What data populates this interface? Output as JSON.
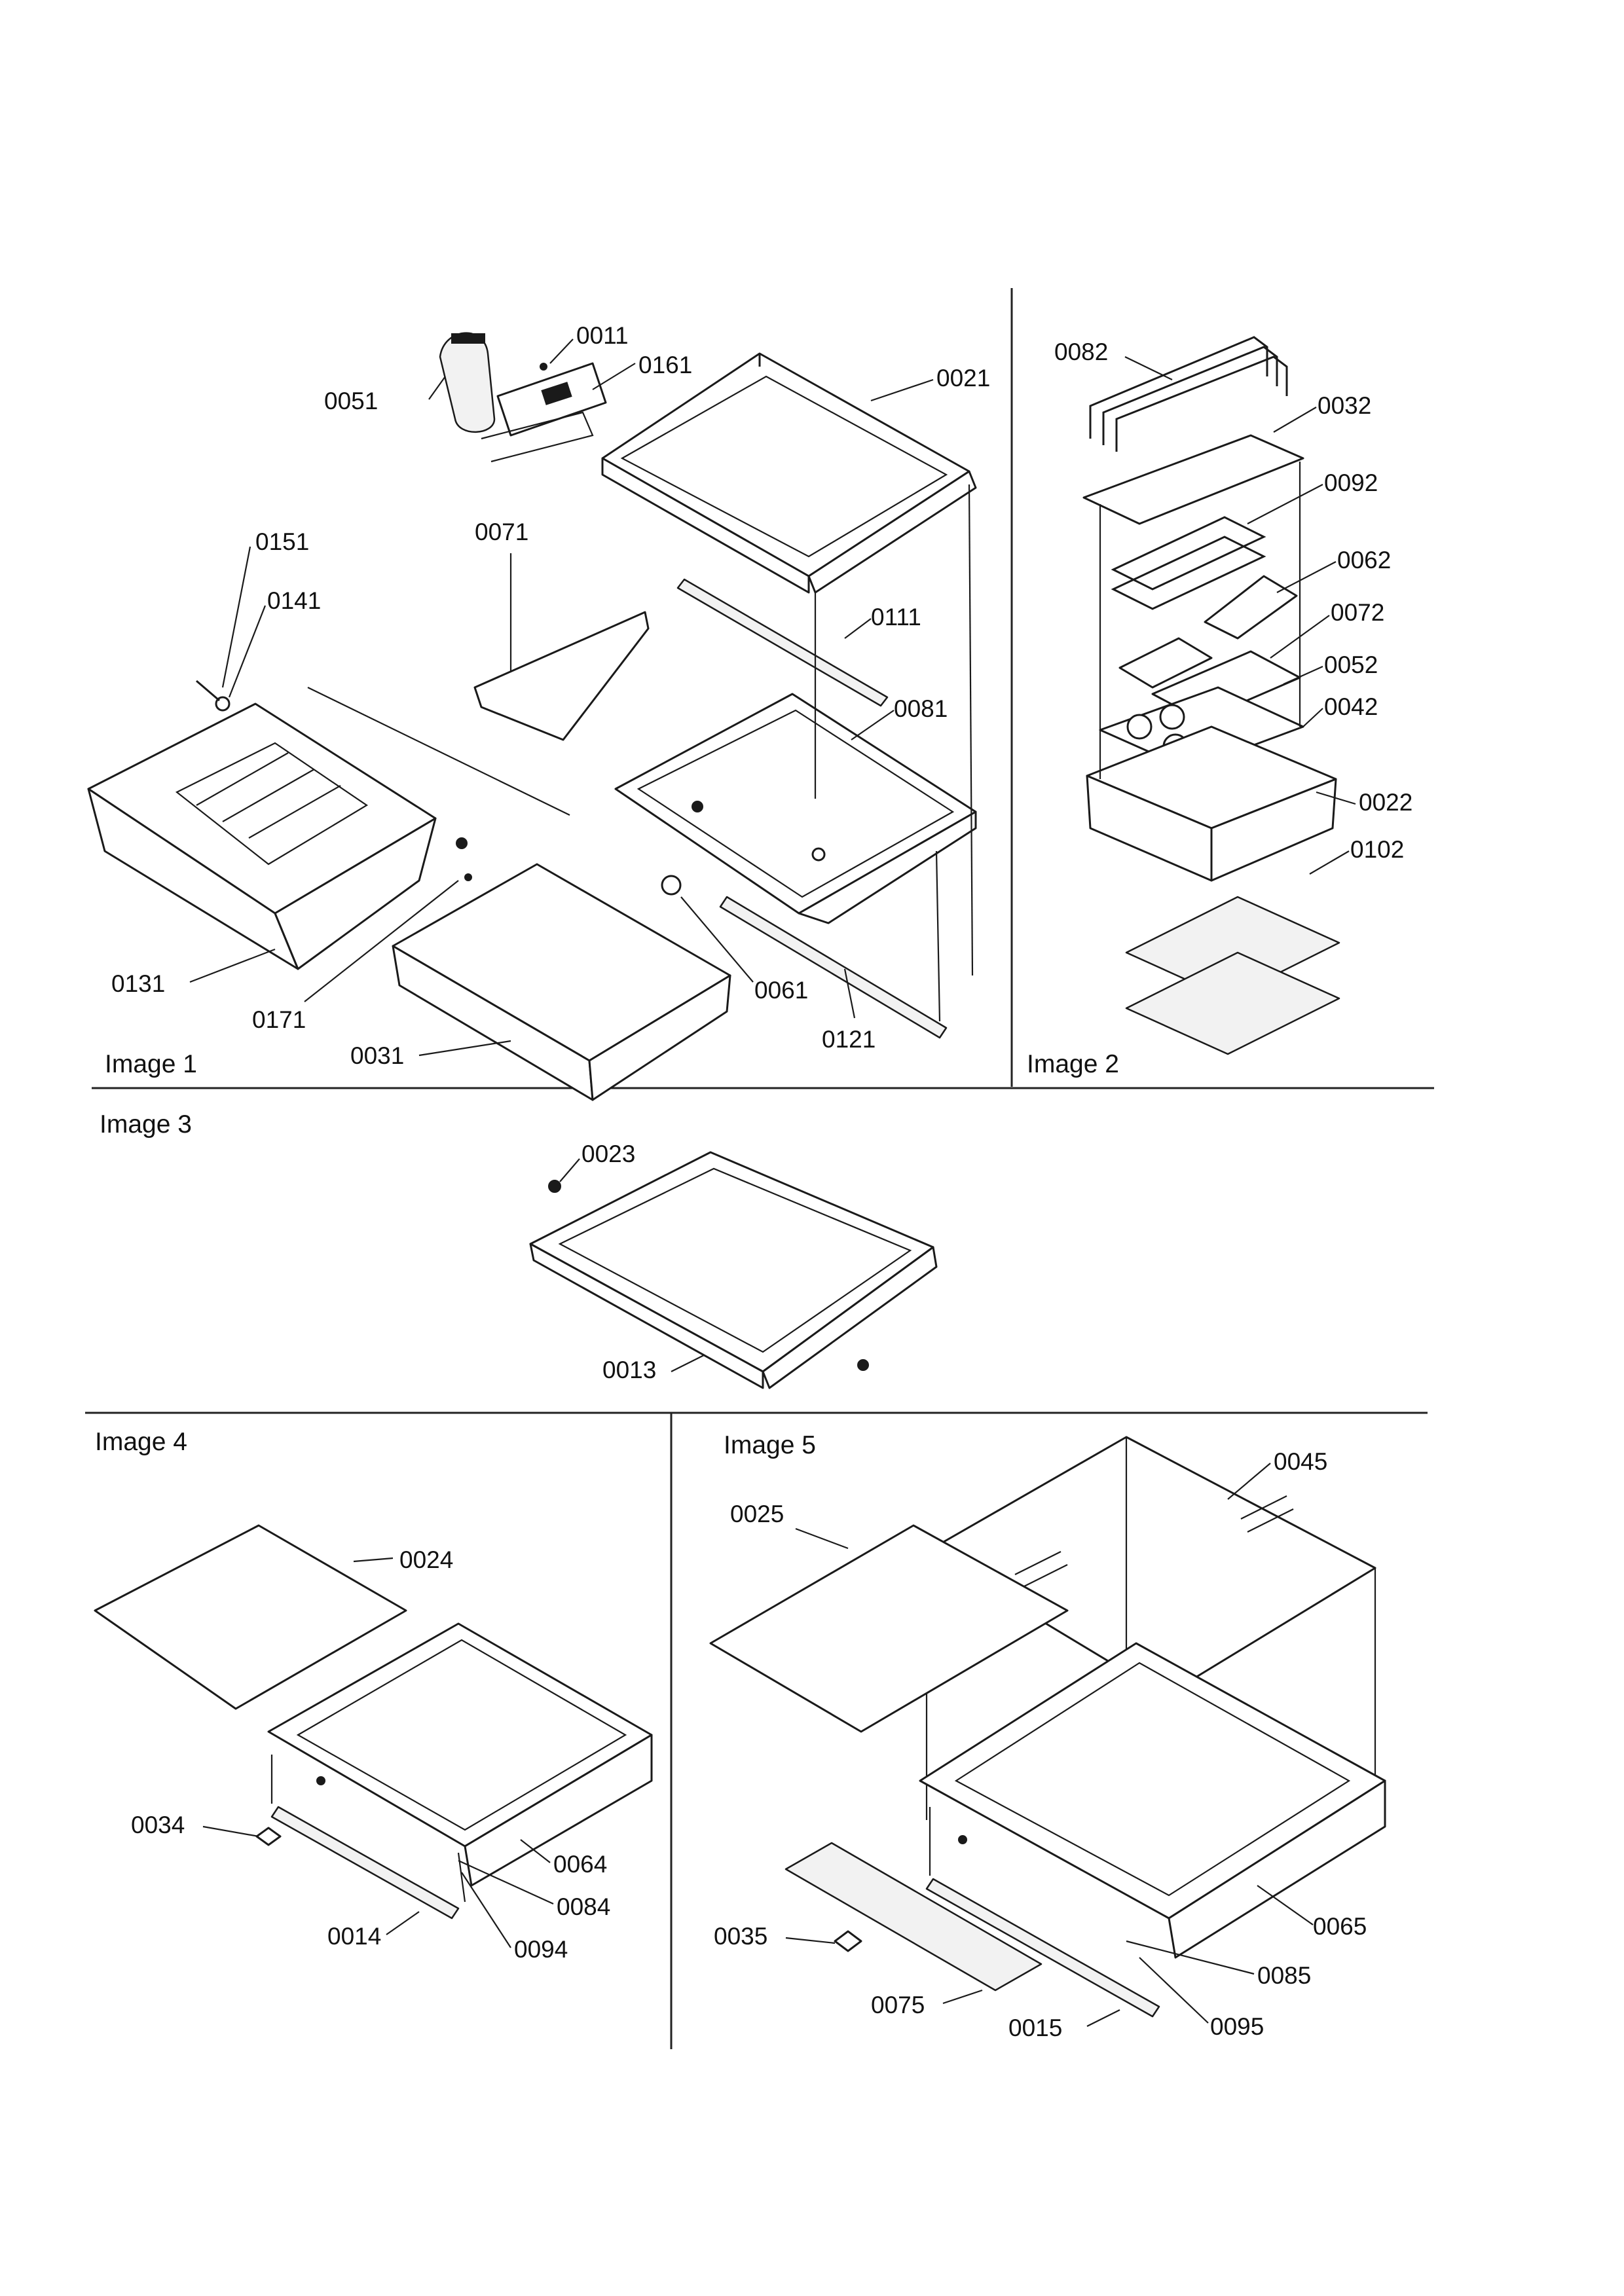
{
  "panels": {
    "image1": "Image 1",
    "image2": "Image 2",
    "image3": "Image 3",
    "image4": "Image 4",
    "image5": "Image 5"
  },
  "parts": {
    "p0011": "0011",
    "p0161": "0161",
    "p0051": "0051",
    "p0021": "0021",
    "p0071": "0071",
    "p0151": "0151",
    "p0141": "0141",
    "p0111": "0111",
    "p0081": "0081",
    "p0131": "0131",
    "p0171": "0171",
    "p0061": "0061",
    "p0121": "0121",
    "p0031": "0031",
    "p0082": "0082",
    "p0032": "0032",
    "p0092": "0092",
    "p0062": "0062",
    "p0072": "0072",
    "p0052": "0052",
    "p0042": "0042",
    "p0022": "0022",
    "p0102": "0102",
    "p0023": "0023",
    "p0013": "0013",
    "p0024": "0024",
    "p0034": "0034",
    "p0064": "0064",
    "p0084": "0084",
    "p0014": "0014",
    "p0094": "0094",
    "p0045": "0045",
    "p0025": "0025",
    "p0035": "0035",
    "p0065": "0065",
    "p0085": "0085",
    "p0075": "0075",
    "p0015": "0015",
    "p0095": "0095"
  }
}
